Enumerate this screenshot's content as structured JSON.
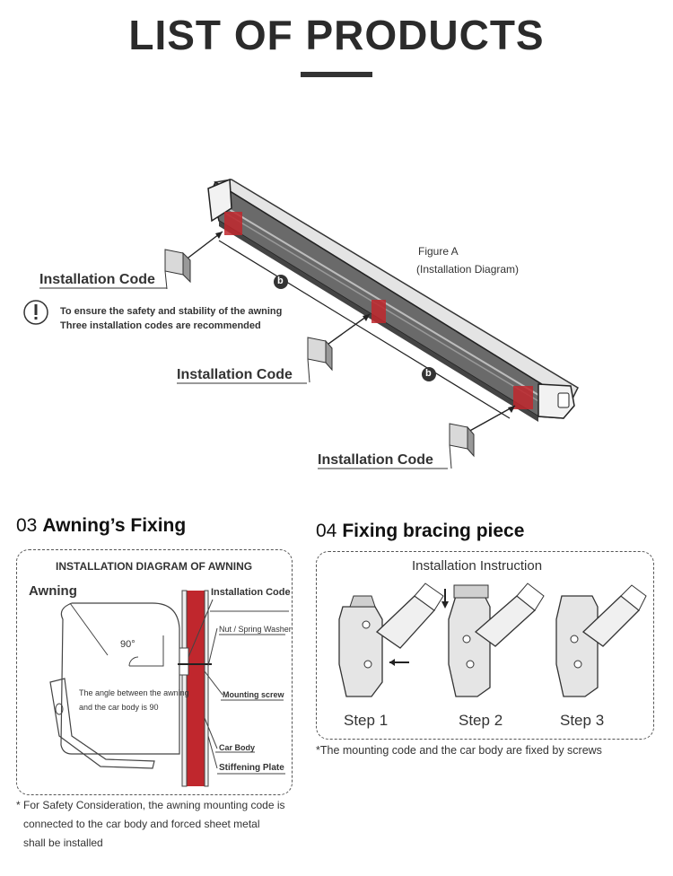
{
  "header": {
    "title": "LIST OF PRODUCTS"
  },
  "figure_a": {
    "title": "Figure A",
    "subtitle": "(Installation Diagram)",
    "code_labels": [
      "Installation Code",
      "Installation Code",
      "Installation Code"
    ],
    "distance_marker": "b",
    "warning_lines": [
      "To ensure the safety and stability of the awning",
      "Three installation codes are recommended"
    ],
    "icons": [
      "warning-icon",
      "mounting-bracket-icon"
    ]
  },
  "section_03": {
    "number": "03",
    "title": "Awning’s Fixing",
    "diagram_title": "INSTALLATION DIAGRAM OF AWNING",
    "awning_label": "Awning",
    "angle_label": "90°",
    "angle_note_lines": [
      "The angle between the awning",
      "and the car body is 90"
    ],
    "callouts": {
      "installation_code": "Installation Code",
      "nut_washer": "Nut / Spring Washer",
      "mounting_screw": "Mounting screw",
      "car_body": "Car Body",
      "stiffening_plate": "Stiffening Plate"
    },
    "footnote_lines": [
      "* For Safety Consideration, the awning mounting code is",
      "connected to the car body and forced sheet metal",
      "shall be installed"
    ]
  },
  "section_04": {
    "number": "04",
    "title": "Fixing bracing piece",
    "instruction_title": "Installation Instruction",
    "steps": [
      "Step 1",
      "Step 2",
      "Step 3"
    ],
    "footnote": "*The mounting code and the car body are fixed by screws"
  },
  "colors": {
    "bracket_red": "#c0272d",
    "line": "#333333"
  }
}
